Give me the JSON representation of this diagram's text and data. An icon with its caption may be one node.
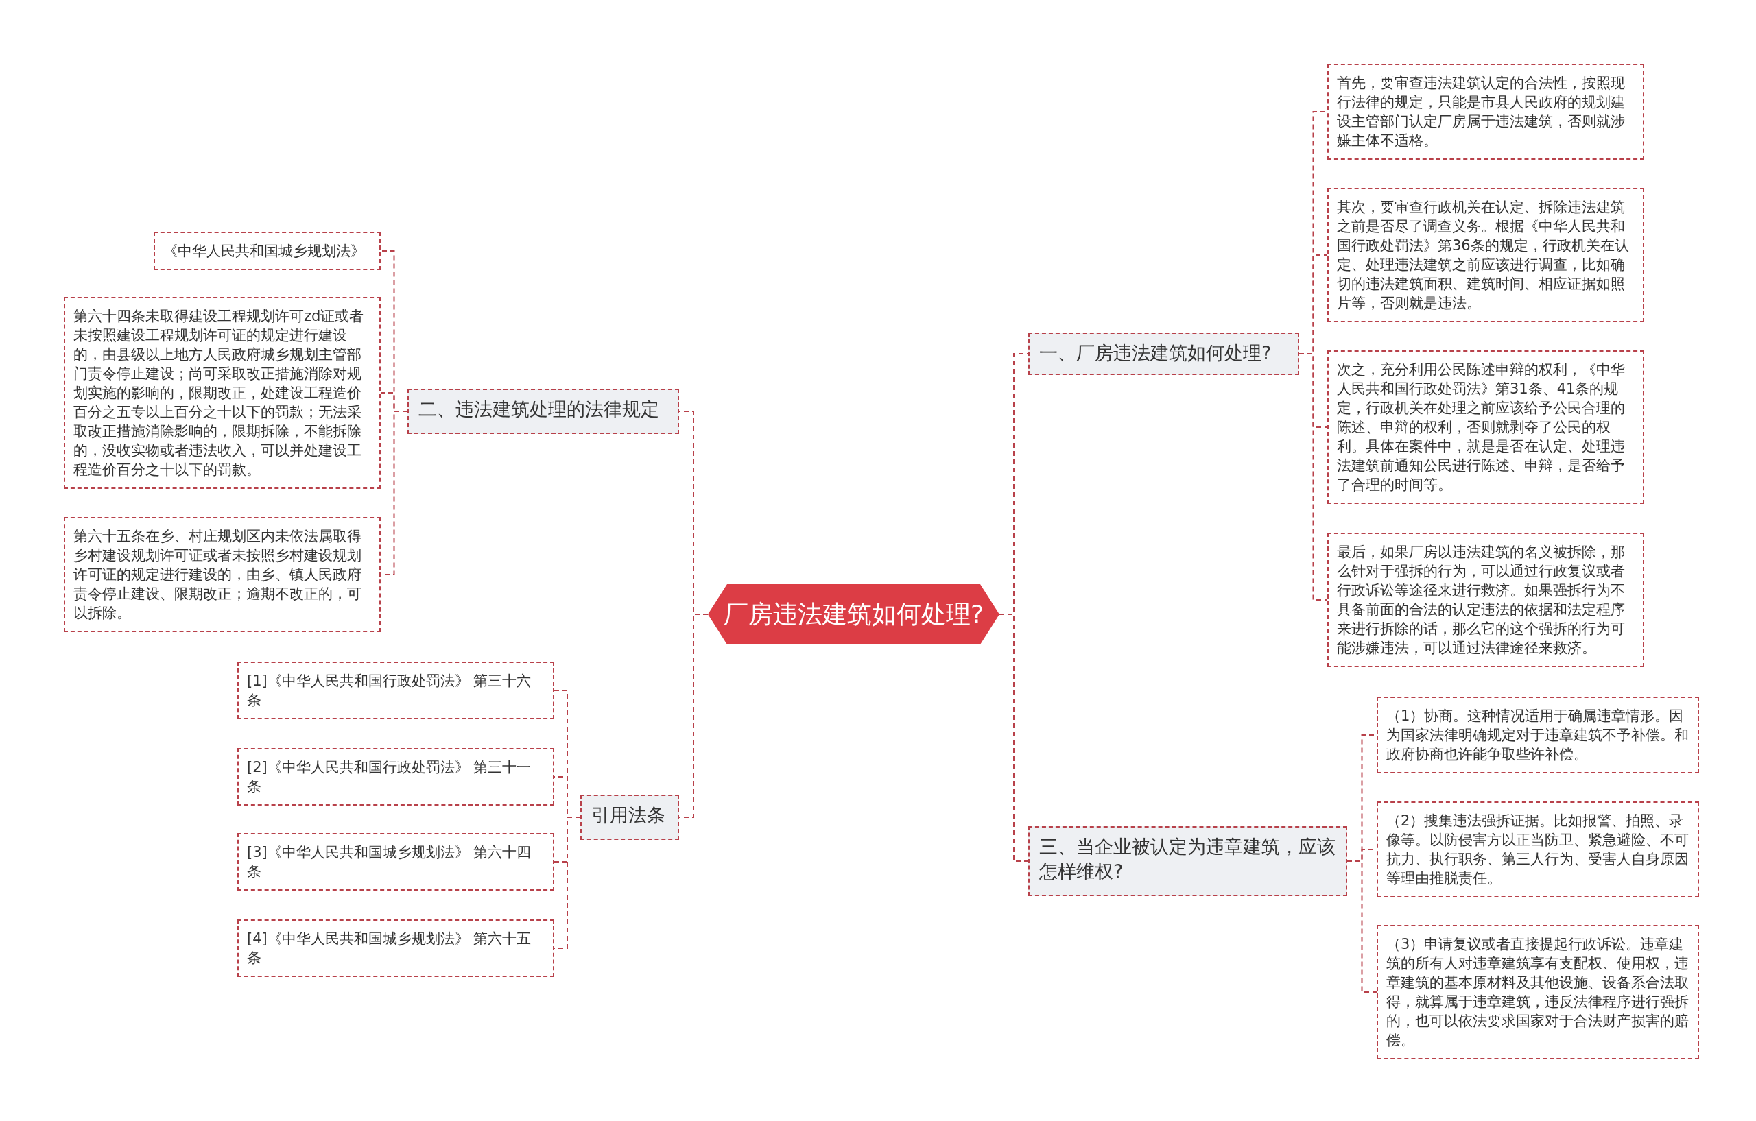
{
  "diagram": {
    "nodes": [
      {
        "text": [
          "厂房违法建筑如何处理?"
        ]
      },
      {
        "text": [
          "一、厂房违法建筑如何处理?"
        ]
      },
      {
        "text": [
          "首先，要审查违法建筑认定的合法性，按照现行法律的规定，只能是市县人民政府的规划建设主管部门认定厂房属于违法建筑，否则就涉嫌主体不适格。"
        ]
      },
      {
        "text": [
          "其次，要审查行政机关在认定、拆除违法建筑之前是否尽了调查义务。根据《中华人民共和国行政处罚法》第36条的规定，行政机关在认定、处理违法建筑之前应该进行调查，比如确切的违法建筑面积、建筑时间、相应证据如照片等，否则就是违法。"
        ]
      },
      {
        "text": [
          "次之，充分利用公民陈述申辩的权利，《中华人民共和国行政处罚法》第31条、41条的规定，行政机关在处理之前应该给予公民合理的陈述、申辩的权利，否则就剥夺了公民的权利。具体在案件中，就是是否在认定、处理违法建筑前通知公民进行陈述、申辩，是否给予了合理的时间等。"
        ]
      },
      {
        "text": [
          "最后，如果厂房以违法建筑的名义被拆除，那么针对于强拆的行为，可以通过行政复议或者行政诉讼等途径来进行救济。如果强拆行为不具备前面的合法的认定违法的依据和法定程序来进行拆除的话，那么它的这个强拆的行为可能涉嫌违法，可以通过法律途径来救济。"
        ]
      },
      {
        "text": [
          "三、当企业被认定为违章建筑，应该怎样维权?"
        ]
      },
      {
        "text": [
          "（1）协商。这种情况适用于确属违章情形。因为国家法律明确规定对于违章建筑不予补偿。和政府协商也许能争取些许补偿。"
        ]
      },
      {
        "text": [
          "（2）搜集违法强拆证据。比如报警、拍照、录像等。以防侵害方以正当防卫、紧急避险、不可抗力、执行职务、第三人行为、受害人自身原因等理由推脱责任。"
        ]
      },
      {
        "text": [
          "（3）申请复议或者直接提起行政诉讼。违章建筑的所有人对违章建筑享有支配权、使用权，违章建筑的基本原材料及其他设施、设备系合法取得，就算属于违章建筑，违反法律程序进行强拆的，也可以依法要求国家对于合法财产损害的赔偿。"
        ]
      },
      {
        "text": [
          "二、违法建筑处理的法律规定"
        ]
      },
      {
        "text": [
          "《中华人民共和国城乡规划法》"
        ]
      },
      {
        "text": [
          "第六十四条未取得建设工程规划许可zd证或者未按照建设工程规划许可证的规定进行建设的，由县级以上地方人民政府城乡规划主管部门责令停止建设；尚可采取改正措施消除对规划实施的影响的，限期改正，处建设工程造价百分之五专以上百分之十以下的罚款；无法采取改正措施消除影响的，限期拆除，不能拆除的，没收实物或者违法收入，可以并处建设工程造价百分之十以下的罚款。"
        ]
      },
      {
        "text": [
          "第六十五条在乡、村庄规划区内未依法属取得乡村建设规划许可证或者未按照乡村建设规划许可证的规定进行建设的，由乡、镇人民政府责令停止建设、限期改正；逾期不改正的，可以拆除。"
        ]
      },
      {
        "text": [
          "引用法条"
        ]
      },
      {
        "text": [
          "[1]《中华人民共和国行政处罚法》 第三十六条"
        ]
      },
      {
        "text": [
          "[2]《中华人民共和国行政处罚法》 第三十一条"
        ]
      },
      {
        "text": [
          "[3]《中华人民共和国城乡规划法》 第六十四条"
        ]
      },
      {
        "text": [
          "[4]《中华人民共和国城乡规划法》 第六十五条"
        ]
      }
    ],
    "edges": [
      {
        "from": 0,
        "to": 1,
        "arrow": "none"
      },
      {
        "from": 1,
        "to": 2,
        "arrow": "none"
      },
      {
        "from": 1,
        "to": 3,
        "arrow": "none"
      },
      {
        "from": 1,
        "to": 4,
        "arrow": "none"
      },
      {
        "from": 1,
        "to": 5,
        "arrow": "none"
      },
      {
        "from": 0,
        "to": 6,
        "arrow": "none"
      },
      {
        "from": 6,
        "to": 7,
        "arrow": "none"
      },
      {
        "from": 6,
        "to": 8,
        "arrow": "none"
      },
      {
        "from": 6,
        "to": 9,
        "arrow": "none"
      },
      {
        "from": 0,
        "to": 10,
        "arrow": "none"
      },
      {
        "from": 10,
        "to": 11,
        "arrow": "none"
      },
      {
        "from": 10,
        "to": 12,
        "arrow": "none"
      },
      {
        "from": 10,
        "to": 13,
        "arrow": "none"
      },
      {
        "from": 0,
        "to": 14,
        "arrow": "none"
      },
      {
        "from": 14,
        "to": 15,
        "arrow": "none"
      },
      {
        "from": 14,
        "to": 16,
        "arrow": "none"
      },
      {
        "from": 14,
        "to": 17,
        "arrow": "none"
      },
      {
        "from": 14,
        "to": 18,
        "arrow": "none"
      }
    ]
  }
}
